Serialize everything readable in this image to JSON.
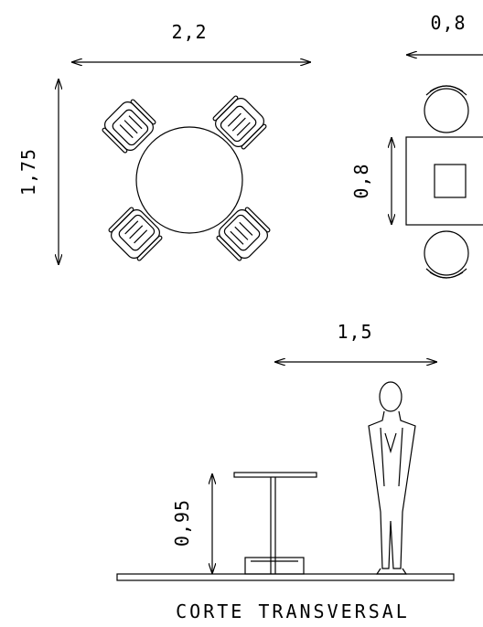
{
  "dimensions": {
    "table_width": "2,2",
    "table_depth": "1,75",
    "side_width": "0,8",
    "side_depth": "0,8",
    "clearance": "1,5",
    "table_height": "0,95"
  },
  "caption": "CORTE TRANSVERSAL"
}
